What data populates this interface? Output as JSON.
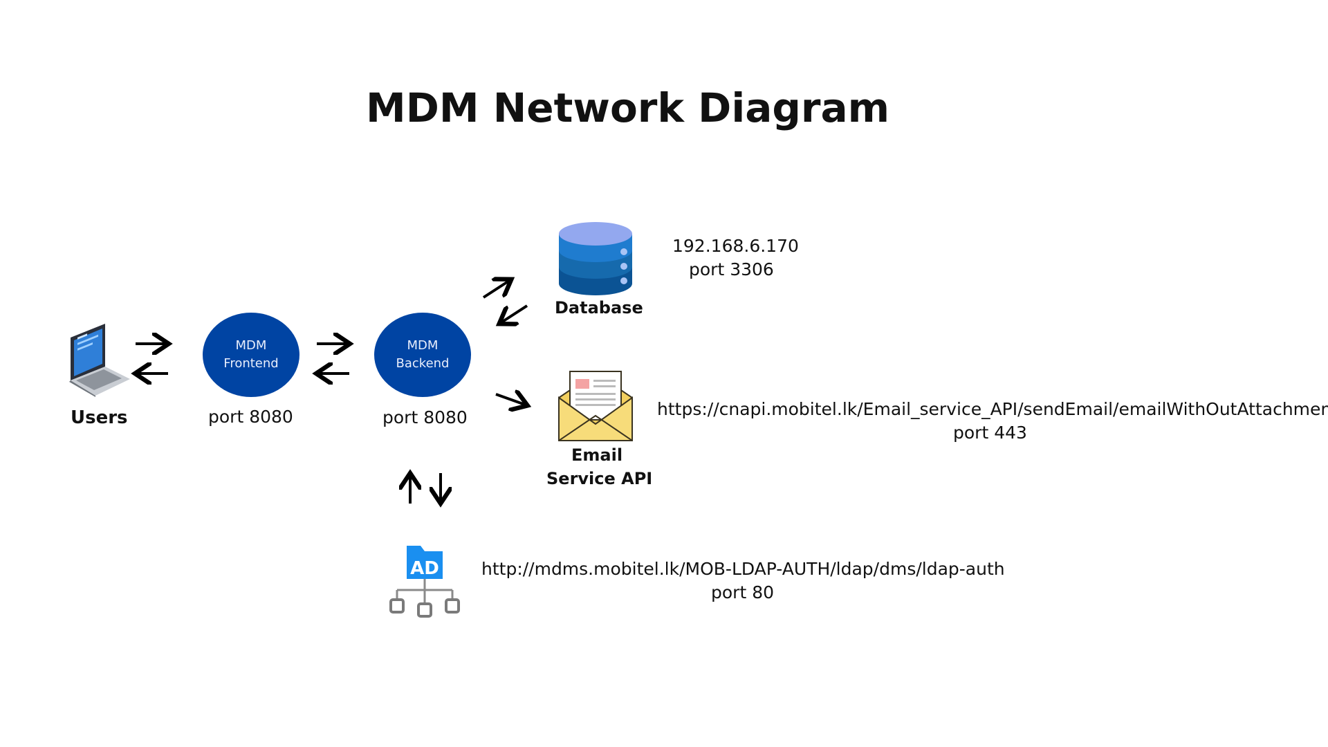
{
  "title": "MDM Network Diagram",
  "users": {
    "label": "Users"
  },
  "frontend": {
    "line1": "MDM",
    "line2": "Frontend",
    "port": "port 8080"
  },
  "backend": {
    "line1": "MDM",
    "line2": "Backend",
    "port": "port 8080"
  },
  "database": {
    "label": "Database",
    "ip": "192.168.6.170",
    "port": "port 3306"
  },
  "email": {
    "label_line1": "Email",
    "label_line2": "Service API",
    "url": "https://cnapi.mobitel.lk/Email_service_API/sendEmail/emailWithOutAttachment",
    "port": "port 443"
  },
  "ad": {
    "icon_text": "AD",
    "url": "http://mdms.mobitel.lk/MOB-LDAP-AUTH/ldap/dms/ldap-auth",
    "port": "port 80"
  },
  "colors": {
    "node_fill": "#0044a3",
    "db_top": "#93a8ef",
    "db_mid": "#1f7ccf",
    "db_bottom": "#0b5394",
    "ad_blue": "#1a8ff0",
    "envelope": "#f7dc7a"
  },
  "icons": [
    "laptop-icon",
    "database-icon",
    "email-envelope-icon",
    "active-directory-icon"
  ]
}
